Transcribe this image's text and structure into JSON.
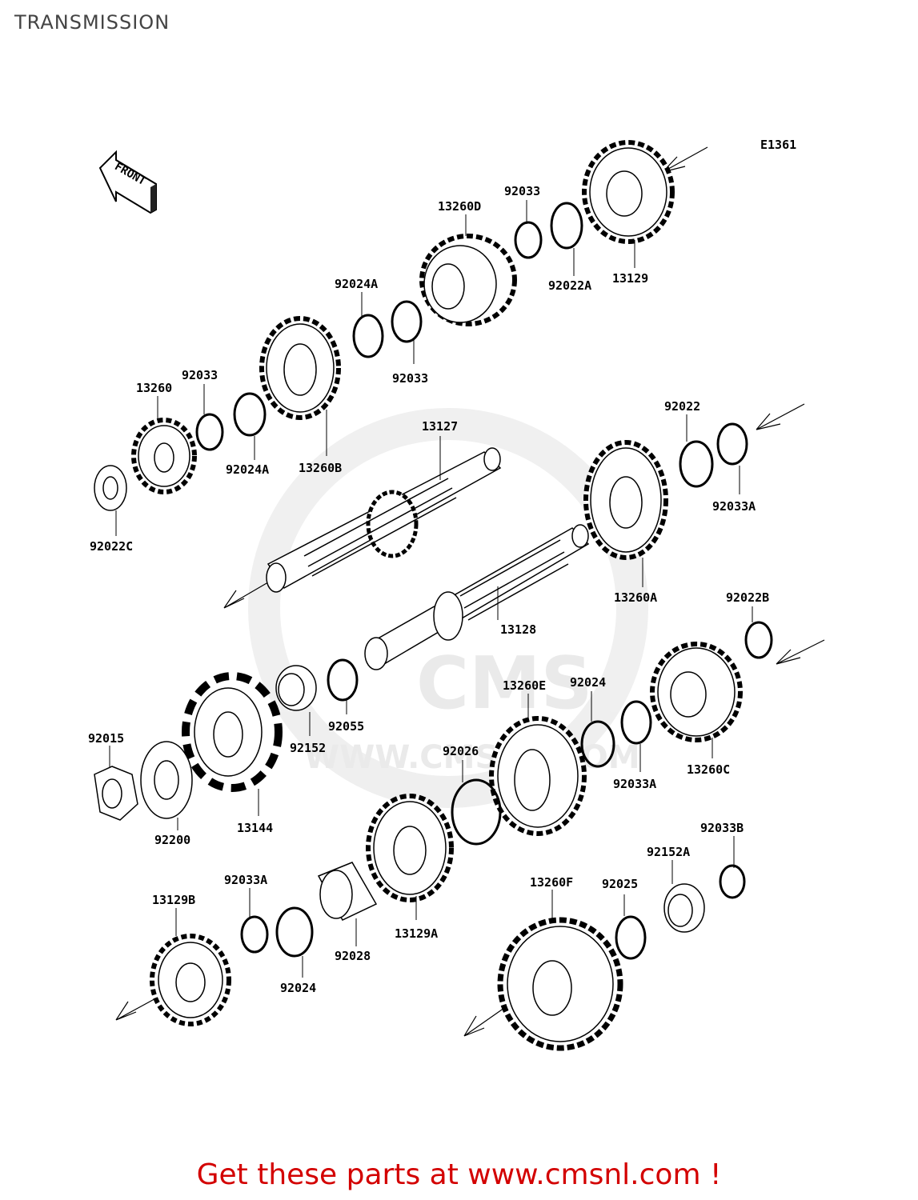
{
  "page": {
    "title": "TRANSMISSION",
    "cta": "Get these parts at www.cmsnl.com !"
  },
  "diagram": {
    "ref_code": "E1361",
    "front_label": "FRONT",
    "watermark": {
      "brand": "CMS",
      "url": "WWW.CMSNL.COM"
    },
    "parts": [
      {
        "id": "92033",
        "label": "92033"
      },
      {
        "id": "13260D",
        "label": "13260D"
      },
      {
        "id": "92022A",
        "label": "92022A"
      },
      {
        "id": "13129",
        "label": "13129"
      },
      {
        "id": "92024A_top",
        "label": "92024A"
      },
      {
        "id": "92033_mid",
        "label": "92033"
      },
      {
        "id": "92033_left",
        "label": "92033"
      },
      {
        "id": "13260",
        "label": "13260"
      },
      {
        "id": "92024A",
        "label": "92024A"
      },
      {
        "id": "13260B",
        "label": "13260B"
      },
      {
        "id": "13127",
        "label": "13127"
      },
      {
        "id": "92022",
        "label": "92022"
      },
      {
        "id": "92033A_r",
        "label": "92033A"
      },
      {
        "id": "92022C",
        "label": "92022C"
      },
      {
        "id": "13260A",
        "label": "13260A"
      },
      {
        "id": "92022B",
        "label": "92022B"
      },
      {
        "id": "13128",
        "label": "13128"
      },
      {
        "id": "13260E",
        "label": "13260E"
      },
      {
        "id": "92024",
        "label": "92024"
      },
      {
        "id": "92055",
        "label": "92055"
      },
      {
        "id": "92015",
        "label": "92015"
      },
      {
        "id": "92152",
        "label": "92152"
      },
      {
        "id": "92026",
        "label": "92026"
      },
      {
        "id": "92033A_c",
        "label": "92033A"
      },
      {
        "id": "13260C",
        "label": "13260C"
      },
      {
        "id": "92200",
        "label": "92200"
      },
      {
        "id": "13144",
        "label": "13144"
      },
      {
        "id": "92033B",
        "label": "92033B"
      },
      {
        "id": "92152A",
        "label": "92152A"
      },
      {
        "id": "92033A_b",
        "label": "92033A"
      },
      {
        "id": "13260F",
        "label": "13260F"
      },
      {
        "id": "92025",
        "label": "92025"
      },
      {
        "id": "13129B",
        "label": "13129B"
      },
      {
        "id": "92028",
        "label": "92028"
      },
      {
        "id": "13129A",
        "label": "13129A"
      },
      {
        "id": "92024_b",
        "label": "92024"
      }
    ]
  },
  "colors": {
    "cta": "#d30000",
    "title": "#444444",
    "line": "#000000",
    "watermark": "#e8e8e8"
  }
}
